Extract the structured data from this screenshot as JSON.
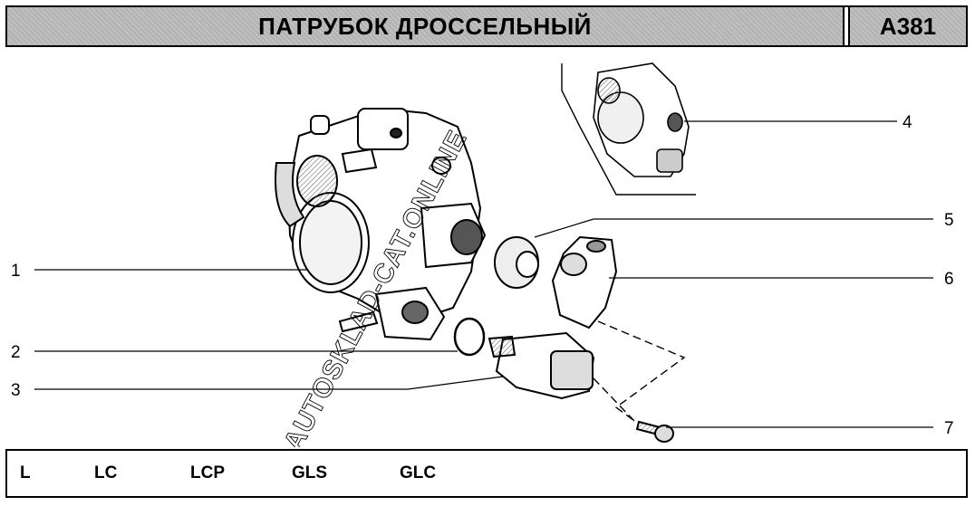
{
  "header": {
    "title": "ПАТРУБОК ДРОССЕЛЬНЫЙ",
    "code": "A381"
  },
  "diagram": {
    "callouts": [
      "1",
      "2",
      "3",
      "4",
      "5",
      "6",
      "7"
    ],
    "watermark": "AUTOSKLAD-CAT.ONLINE"
  },
  "footer": {
    "models": [
      "L",
      "LC",
      "LCP",
      "GLS",
      "GLC"
    ]
  }
}
